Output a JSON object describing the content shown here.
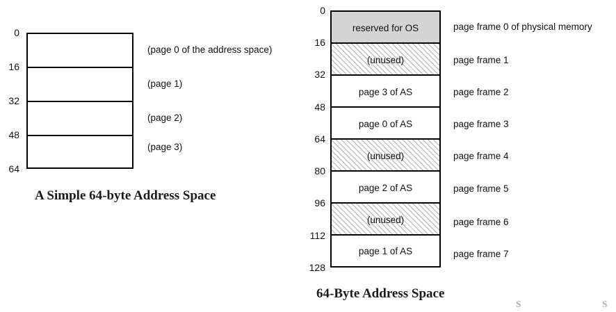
{
  "figure": {
    "address_space": {
      "caption": "A Simple 64-byte Address Space",
      "ticks": [
        "0",
        "16",
        "32",
        "48",
        "64"
      ],
      "rows": [
        {
          "label": "(page 0 of the address space)"
        },
        {
          "label": "(page 1)"
        },
        {
          "label": "(page 2)"
        },
        {
          "label": "(page 3)"
        }
      ]
    },
    "physical_memory": {
      "caption": "64-Byte Address Space",
      "ticks": [
        "0",
        "16",
        "32",
        "48",
        "64",
        "80",
        "96",
        "112",
        "128"
      ],
      "rows": [
        {
          "text": "reserved for OS",
          "side_label": "page frame 0 of physical memory",
          "fill": "gray"
        },
        {
          "text": "(unused)",
          "side_label": "page frame 1",
          "fill": "hatch"
        },
        {
          "text": "page 3 of AS",
          "side_label": "page frame 2",
          "fill": "white"
        },
        {
          "text": "page 0 of AS",
          "side_label": "page frame 3",
          "fill": "white"
        },
        {
          "text": "(unused)",
          "side_label": "page frame 4",
          "fill": "hatch"
        },
        {
          "text": "page 2 of AS",
          "side_label": "page frame 5",
          "fill": "white"
        },
        {
          "text": "(unused)",
          "side_label": "page frame 6",
          "fill": "hatch"
        },
        {
          "text": "page 1 of AS",
          "side_label": "page frame 7",
          "fill": "white"
        }
      ]
    },
    "ghost_glyphs": [
      "s",
      "s"
    ],
    "colors": {
      "outline": "#000000",
      "gray_fill": "#d4d4d4",
      "hatch_line": "#bfbfbf",
      "text": "#111111"
    }
  }
}
